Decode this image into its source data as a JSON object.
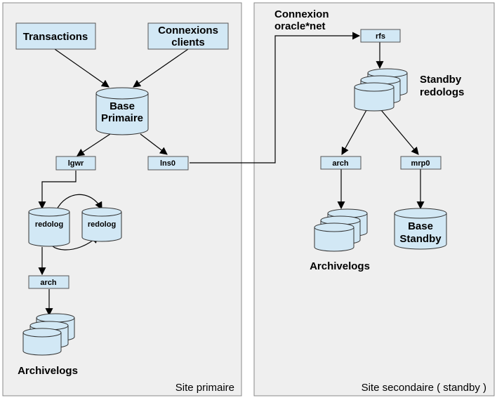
{
  "nodes": {
    "transactions": "Transactions",
    "connexions_clients": [
      "Connexions",
      "clients"
    ],
    "base_primaire": [
      "Base",
      "Primaire"
    ],
    "lgwr": "lgwr",
    "lns0": "lns0",
    "redolog_1": "redolog",
    "redolog_2": "redolog",
    "arch_primary": "arch",
    "archivelogs_primary": "Archivelogs",
    "rfs": "rfs",
    "standby_redologs": [
      "Standby",
      "redologs"
    ],
    "arch_secondary": "arch",
    "mrp0": "mrp0",
    "archivelogs_secondary": "Archivelogs",
    "base_standby": [
      "Base",
      "Standby"
    ]
  },
  "connection_label": [
    "Connexion",
    "oracle*net"
  ],
  "sites": {
    "primary": "Site primaire",
    "secondary": "Site secondaire ( standby )"
  }
}
